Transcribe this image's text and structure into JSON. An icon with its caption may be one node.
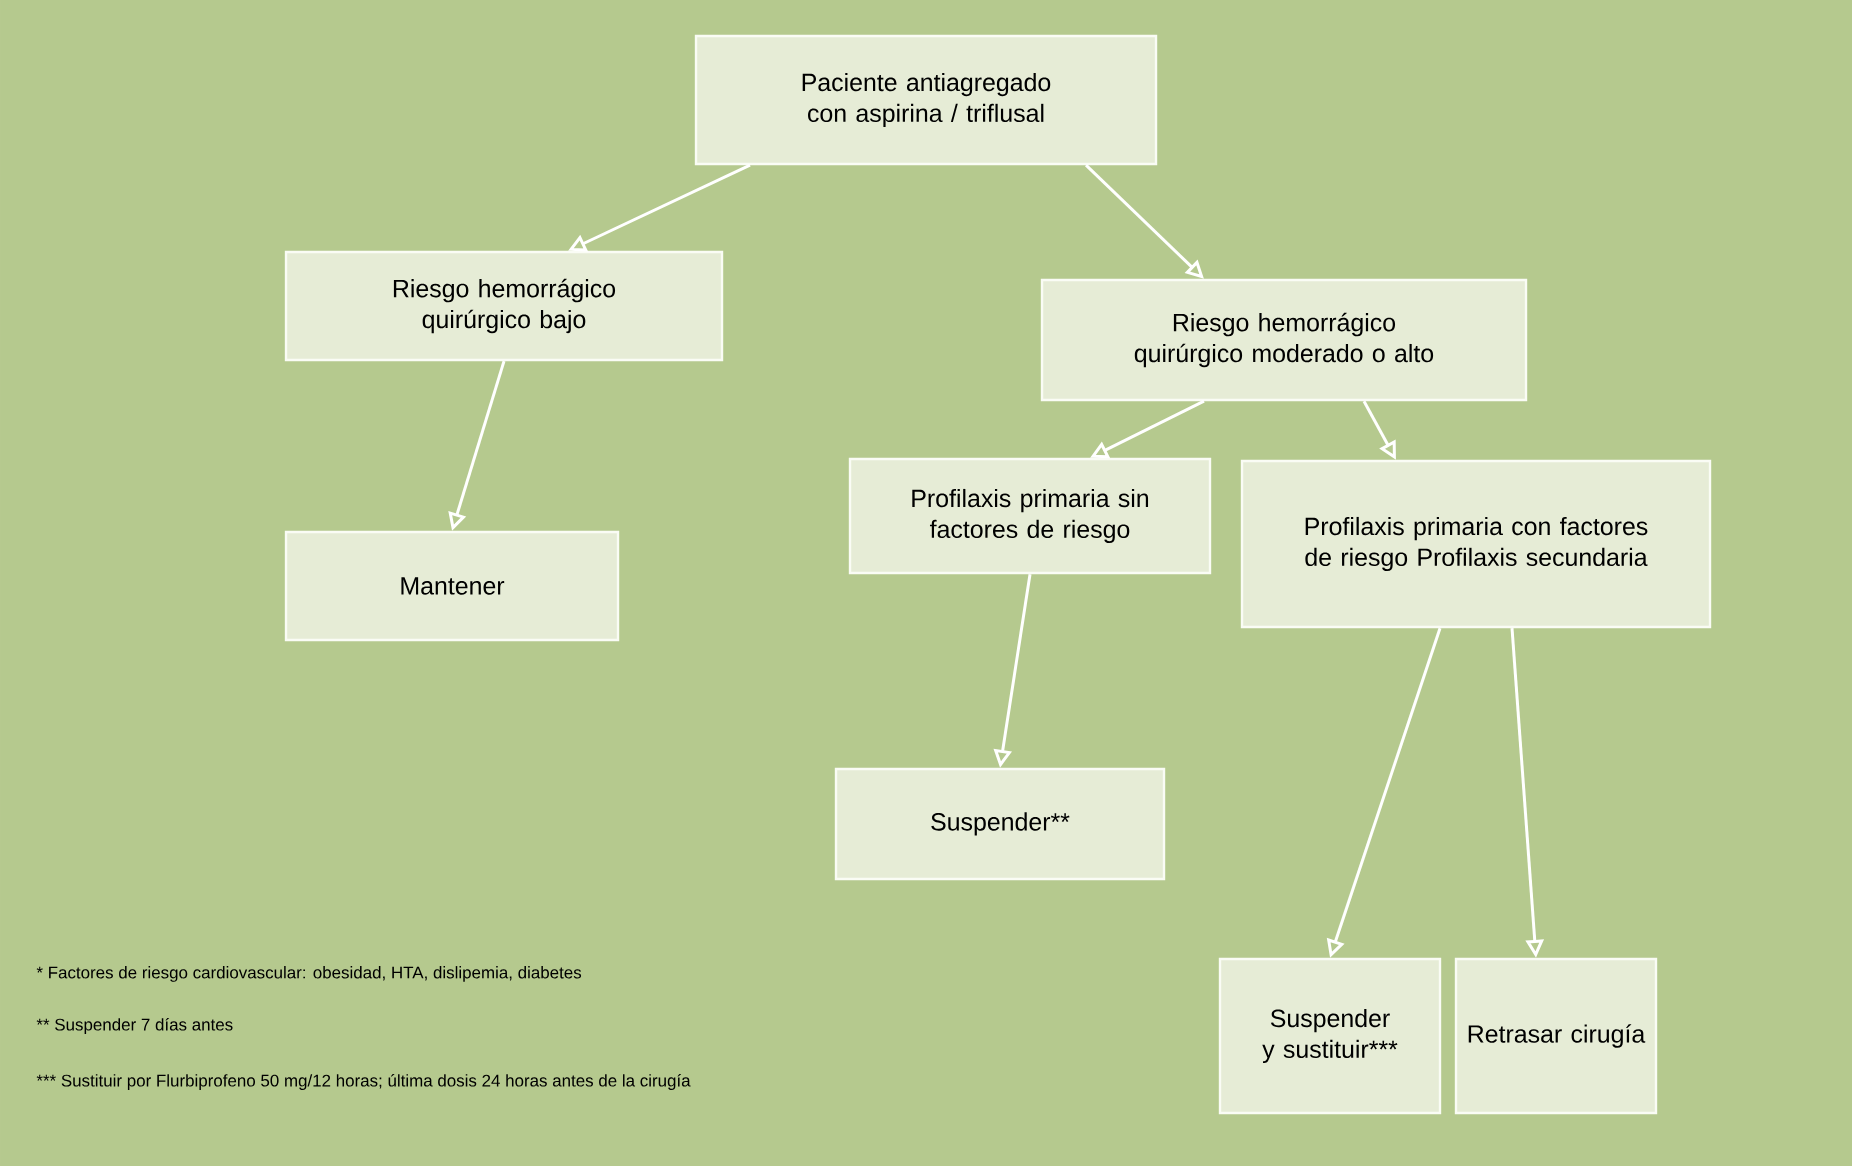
{
  "diagram": {
    "nodes": [
      {
        "text": [
          "Paciente antiagregado con aspirina / triflusal"
        ]
      },
      {
        "text": [
          "Riesgo hemorrágico quirúrgico bajo"
        ]
      },
      {
        "text": [
          "Riesgo hemorrágico quirúrgico moderado o alto"
        ]
      },
      {
        "text": [
          "Mantener"
        ]
      },
      {
        "text": [
          "Profilaxis primaria sin factores de riesgo"
        ]
      },
      {
        "text": [
          "Profilaxis primaria con factores de riesgo Profilaxis secundaria"
        ]
      },
      {
        "text": [
          "Suspender**"
        ]
      },
      {
        "text": [
          "Suspender y sustituir***"
        ]
      },
      {
        "text": [
          "Retrasar cirugía"
        ]
      }
    ],
    "edges": [
      {
        "from": 0,
        "to": 1,
        "arrow": "to"
      },
      {
        "from": 0,
        "to": 2,
        "arrow": "to"
      },
      {
        "from": 1,
        "to": 3,
        "arrow": "to"
      },
      {
        "from": 2,
        "to": 4,
        "arrow": "to"
      },
      {
        "from": 2,
        "to": 5,
        "arrow": "to"
      },
      {
        "from": 4,
        "to": 6,
        "arrow": "to"
      },
      {
        "from": 5,
        "to": 7,
        "arrow": "to"
      },
      {
        "from": 5,
        "to": 8,
        "arrow": "to"
      }
    ],
    "labels": [
      "* Factores de riesgo cardiovascular: obesidad, HTA, dislipemia, diabetes",
      "** Suspender 7 días antes",
      "*** Sustituir por Flurbiprofeno 50 mg/12 horas; última dosis 24 horas antes de la cirugía"
    ]
  }
}
